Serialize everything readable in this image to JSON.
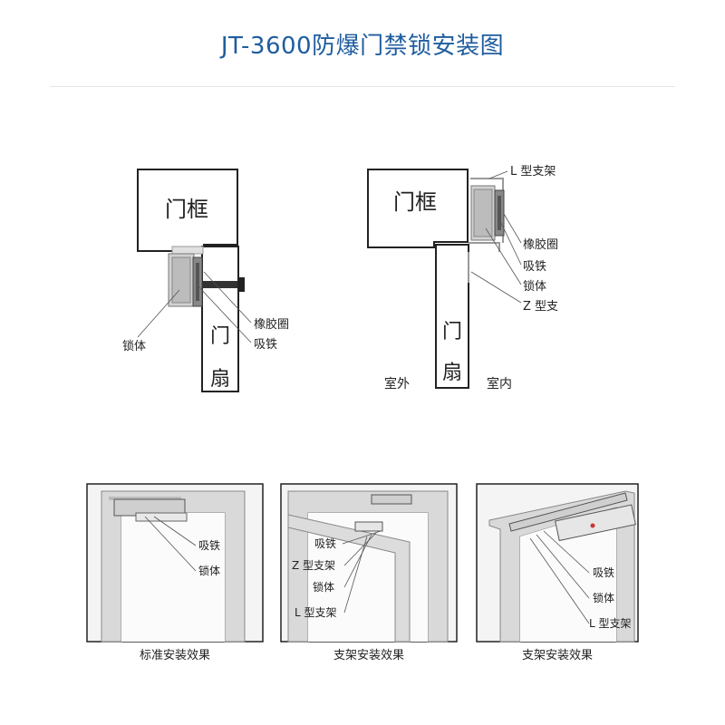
{
  "title": "JT-3600防爆门禁锁安装图",
  "diagram_left": {
    "frame_label": "门框",
    "leaf_char1": "门",
    "leaf_char2": "扇",
    "callout_rubber": "橡胶圈",
    "callout_armature": "吸铁",
    "callout_lock": "锁体"
  },
  "diagram_right": {
    "frame_label": "门框",
    "leaf_char1": "门",
    "leaf_char2": "扇",
    "callout_l_bracket": "L 型支架",
    "callout_rubber": "橡胶圈",
    "callout_armature": "吸铁",
    "callout_lock": "锁体",
    "callout_z_bracket": "Z 型支",
    "outdoor": "室外",
    "indoor": "室内"
  },
  "photos": [
    {
      "caption": "标准安装效果",
      "labels": [
        "吸铁",
        "锁体"
      ]
    },
    {
      "caption": "支架安装效果",
      "labels": [
        "吸铁",
        "Z 型支架",
        "锁体",
        "L 型支架"
      ]
    },
    {
      "caption": "支架安装效果",
      "labels": [
        "吸铁",
        "锁体",
        "L 型支架"
      ]
    }
  ]
}
